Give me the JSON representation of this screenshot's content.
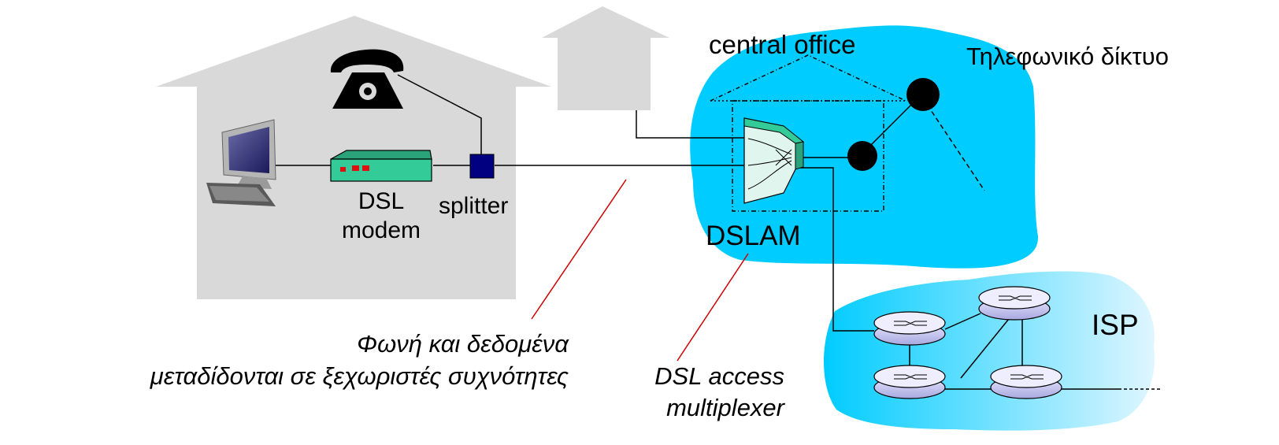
{
  "labels": {
    "central_office": "central office",
    "phone_network": "Τηλεφωνικό δίκτυο",
    "dsl_modem_line1": "DSL",
    "dsl_modem_line2": "modem",
    "splitter": "splitter",
    "dslam": "DSLAM",
    "isp": "ISP",
    "voice_data_line1": "Φωνή και δεδομένα",
    "voice_data_line2": "μεταδίδονται σε ξεχωριστές συχνότητες",
    "dslam_desc_line1": "DSL access",
    "dslam_desc_line2": "multiplexer"
  },
  "colors": {
    "house": "#d9d9d9",
    "cloud": "#00ccff",
    "modem": "#33cc99",
    "splitter": "#000080",
    "annotation_line": "#cc0000",
    "router": "#ccccff"
  }
}
